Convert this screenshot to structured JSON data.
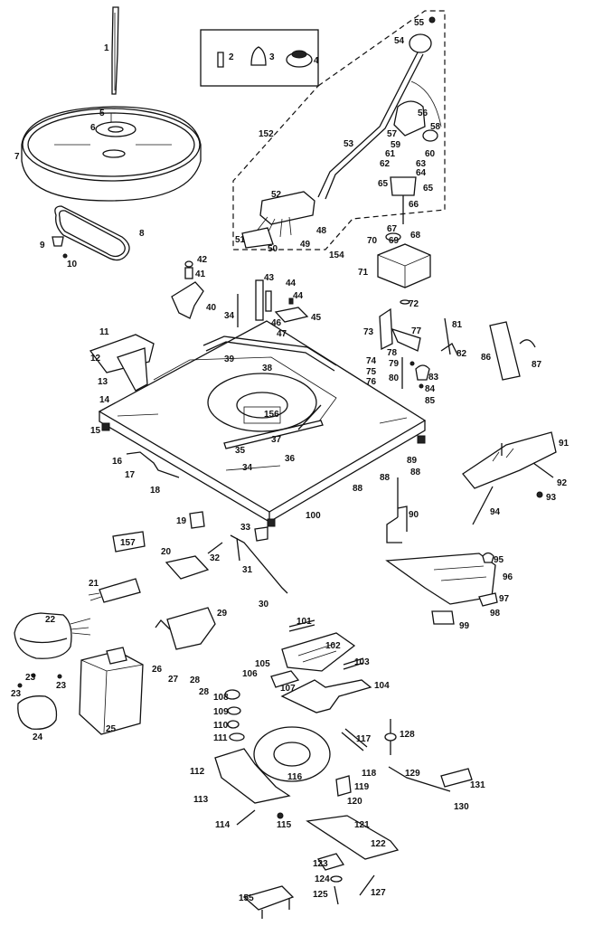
{
  "labels": [
    "1",
    "2",
    "3",
    "4",
    "5",
    "6",
    "7",
    "8",
    "9",
    "10",
    "11",
    "12",
    "13",
    "14",
    "15",
    "16",
    "17",
    "18",
    "19",
    "20",
    "21",
    "22",
    "23",
    "23",
    "23",
    "24",
    "25",
    "26",
    "27",
    "28",
    "28",
    "29",
    "30",
    "31",
    "32",
    "33",
    "34",
    "34",
    "35",
    "36",
    "37",
    "38",
    "39",
    "40",
    "41",
    "42",
    "43",
    "44",
    "44",
    "45",
    "46",
    "47",
    "48",
    "49",
    "50",
    "51",
    "52",
    "53",
    "54",
    "55",
    "56",
    "57",
    "58",
    "59",
    "60",
    "61",
    "62",
    "63",
    "64",
    "65",
    "65",
    "66",
    "67",
    "68",
    "69",
    "70",
    "71",
    "72",
    "73",
    "74",
    "75",
    "76",
    "77",
    "78",
    "79",
    "80",
    "81",
    "82",
    "83",
    "84",
    "85",
    "86",
    "87",
    "88",
    "88",
    "88",
    "89",
    "90",
    "91",
    "92",
    "93",
    "94",
    "95",
    "96",
    "97",
    "98",
    "99",
    "100",
    "101",
    "102",
    "103",
    "104",
    "105",
    "106",
    "107",
    "108",
    "109",
    "110",
    "111",
    "112",
    "113",
    "114",
    "115",
    "116",
    "117",
    "118",
    "119",
    "120",
    "121",
    "122",
    "123",
    "124",
    "125",
    "127",
    "128",
    "129",
    "130",
    "131",
    "152",
    "154",
    "155",
    "156",
    "157"
  ]
}
